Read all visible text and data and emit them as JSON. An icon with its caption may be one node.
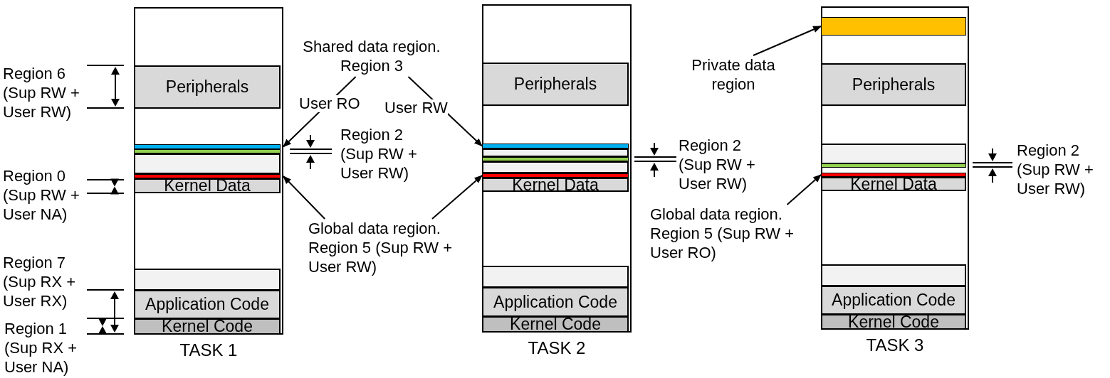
{
  "diagram": {
    "nodes": [
      {
        "text": [
          "TASK 1"
        ]
      },
      {
        "text": [
          "Peripherals"
        ],
        "in": 0
      },
      {
        "text": [],
        "shape": "bar",
        "in": 0
      },
      {
        "text": [],
        "shape": "bar",
        "in": 0
      },
      {
        "text": [],
        "shape": "box",
        "in": 0
      },
      {
        "text": [],
        "shape": "bar",
        "in": 0
      },
      {
        "text": [
          "Kernel Data"
        ],
        "in": 0
      },
      {
        "text": [],
        "shape": "box",
        "in": 0
      },
      {
        "text": [
          "Application Code"
        ],
        "in": 0
      },
      {
        "text": [
          "Kernel Code"
        ],
        "in": 0
      },
      {
        "text": [
          "TASK 2"
        ]
      },
      {
        "text": [
          "Peripherals"
        ],
        "in": 10
      },
      {
        "text": [],
        "shape": "bar",
        "in": 10
      },
      {
        "text": [],
        "shape": "box",
        "in": 10
      },
      {
        "text": [],
        "shape": "bar",
        "in": 10
      },
      {
        "text": [],
        "shape": "box",
        "in": 10
      },
      {
        "text": [],
        "shape": "bar",
        "in": 10
      },
      {
        "text": [
          "Kernel Data"
        ],
        "in": 10
      },
      {
        "text": [],
        "shape": "box",
        "in": 10
      },
      {
        "text": [
          "Application Code"
        ],
        "in": 10
      },
      {
        "text": [
          "Kernel Code"
        ],
        "in": 10
      },
      {
        "text": [
          "TASK 3"
        ]
      },
      {
        "text": [],
        "shape": "bar",
        "in": 21
      },
      {
        "text": [
          "Peripherals"
        ],
        "in": 21
      },
      {
        "text": [],
        "shape": "box",
        "in": 21
      },
      {
        "text": [],
        "shape": "bar",
        "in": 21
      },
      {
        "text": [],
        "shape": "bar",
        "in": 21
      },
      {
        "text": [
          "Kernel Data"
        ],
        "in": 21
      },
      {
        "text": [],
        "shape": "box",
        "in": 21
      },
      {
        "text": [
          "Application Code"
        ],
        "in": 21
      },
      {
        "text": [
          "Kernel Code"
        ],
        "in": 21
      },
      {
        "text": [
          "Shared data region. Region 3"
        ]
      },
      {
        "text": [
          "Global data region. Region 5 (Sup RW + User RW)"
        ]
      },
      {
        "text": [
          "Private data region"
        ]
      },
      {
        "text": [
          "Global data region. Region 5 (Sup RW + User RO)"
        ]
      }
    ],
    "edges": [
      {
        "from": 31,
        "to": 2,
        "arrow": "to",
        "label": "User RO"
      },
      {
        "from": 31,
        "to": 12,
        "arrow": "to",
        "label": "User RW"
      },
      {
        "from": 32,
        "to": 5,
        "arrow": "to"
      },
      {
        "from": 32,
        "to": 16,
        "arrow": "to"
      },
      {
        "from": 33,
        "to": 22,
        "arrow": "to"
      },
      {
        "from": 34,
        "to": 26,
        "arrow": "to"
      }
    ],
    "labels": [
      "Region 6 (Sup RW + User RW)",
      "Region 2 (Sup RW + User RW)",
      "Region 0 (Sup RW + User NA)",
      "Region 2 (Sup RW + User RW)",
      "Region 7 (Sup RX + User RX)",
      "Region 2 (Sup RW + User RW)",
      "Region 1 (Sup RX + User NA)"
    ]
  }
}
